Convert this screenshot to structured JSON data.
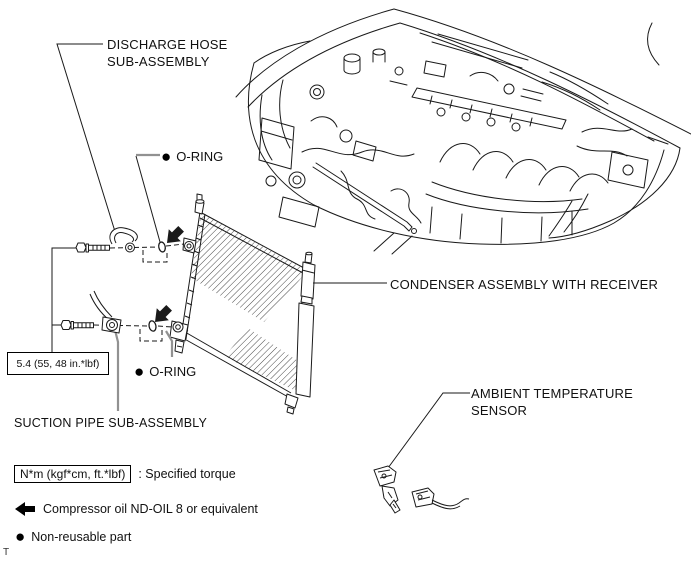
{
  "diagram": {
    "labels": {
      "discharge_hose": "DISCHARGE HOSE\nSUB-ASSEMBLY",
      "o_ring_top": "O-RING",
      "o_ring_bottom": "O-RING",
      "condenser": "CONDENSER ASSEMBLY WITH RECEIVER",
      "ambient_sensor": "AMBIENT TEMPERATURE\nSENSOR",
      "suction_pipe": "SUCTION PIPE SUB-ASSEMBLY"
    },
    "torque_spec": "5.4 (55, 48 in.*lbf)"
  },
  "legend": {
    "torque_symbol": "N*m (kgf*cm, ft.*lbf)",
    "torque_description": ": Specified torque",
    "compressor_oil": "Compressor oil ND-OIL 8 or equivalent",
    "non_reusable": "Non-reusable part"
  },
  "icons": {
    "non_reusable_bullet": "●"
  },
  "footer_mark": "T",
  "colors": {
    "line": "#1a1a1a",
    "leader_gray": "#919191",
    "background": "#ffffff"
  }
}
